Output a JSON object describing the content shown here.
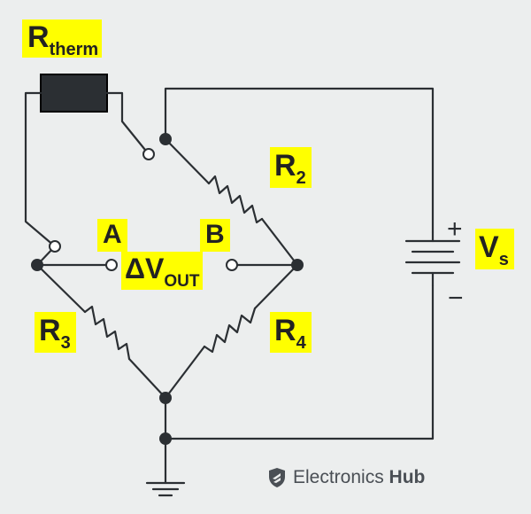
{
  "labels": {
    "rtherm": {
      "main": "R",
      "sub": "therm"
    },
    "r2": {
      "main": "R",
      "sub": "2"
    },
    "r3": {
      "main": "R",
      "sub": "3"
    },
    "r4": {
      "main": "R",
      "sub": "4"
    },
    "vs": {
      "main": "V",
      "sub": "s"
    },
    "vout": {
      "main": "ΔV",
      "sub": "OUT"
    },
    "a": "A",
    "b": "B"
  },
  "battery": {
    "plus": "+",
    "minus": "−"
  },
  "watermark": {
    "text": "Electronics",
    "bold": "Hub",
    "icon": "shield-logo-icon"
  },
  "colors": {
    "background": "#eceeee",
    "wire": "#2b2f33",
    "highlight": "#ffff00",
    "thermistor_body": "#2b2f33"
  }
}
